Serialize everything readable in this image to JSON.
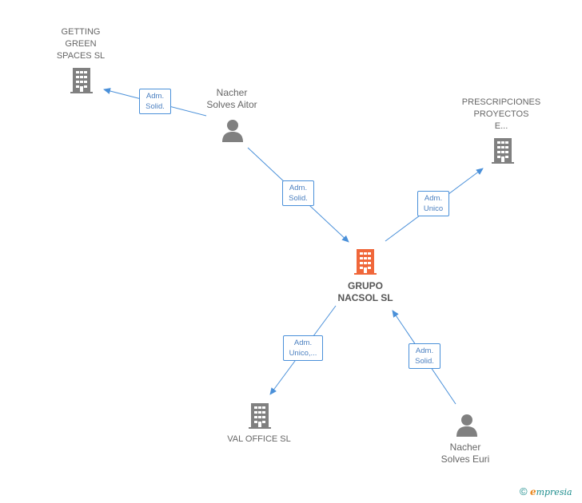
{
  "nodes": {
    "getting_green": {
      "lines": [
        "GETTING",
        "GREEN",
        "SPACES  SL"
      ],
      "kind": "company"
    },
    "nacher_aitor": {
      "lines": [
        "Nacher",
        "Solves Aitor"
      ],
      "kind": "person"
    },
    "prescripciones": {
      "lines": [
        "PRESCRIPCIONES",
        "PROYECTOS",
        "E..."
      ],
      "kind": "company"
    },
    "grupo_nacsol": {
      "lines": [
        "GRUPO",
        "NACSOL  SL"
      ],
      "kind": "company-main"
    },
    "val_office": {
      "lines": [
        "VAL OFFICE  SL"
      ],
      "kind": "company"
    },
    "nacher_euri": {
      "lines": [
        "Nacher",
        "Solves Euri"
      ],
      "kind": "person"
    }
  },
  "edges": [
    {
      "from": "nacher_aitor",
      "to": "getting_green",
      "label": [
        "Adm.",
        "Solid."
      ]
    },
    {
      "from": "nacher_aitor",
      "to": "grupo_nacsol",
      "label": [
        "Adm.",
        "Solid."
      ]
    },
    {
      "from": "grupo_nacsol",
      "to": "prescripciones",
      "label": [
        "Adm.",
        "Unico"
      ]
    },
    {
      "from": "grupo_nacsol",
      "to": "val_office",
      "label": [
        "Adm.",
        "Unico,..."
      ]
    },
    {
      "from": "nacher_euri",
      "to": "grupo_nacsol",
      "label": [
        "Adm.",
        "Solid."
      ]
    }
  ],
  "colors": {
    "edge": "#4a90d9",
    "company": "#808080",
    "main": "#f0673a",
    "person": "#808080"
  },
  "footer": {
    "copyright": "©",
    "brand_e": "e",
    "brand_rest": "mpresia"
  }
}
